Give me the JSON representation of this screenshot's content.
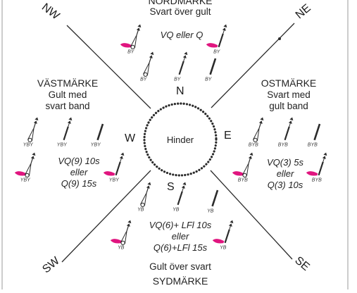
{
  "corners": {
    "nw": "NW",
    "ne": "NE",
    "sw": "SW",
    "se": "SE"
  },
  "center": {
    "label": "Hinder",
    "n": "N",
    "e": "E",
    "s": "S",
    "w": "W"
  },
  "north": {
    "name": "NORDMÄRKE",
    "colors": "Svart över gult",
    "flash": "VQ eller Q",
    "tag": "BY"
  },
  "west": {
    "name": "VÄSTMÄRKE",
    "colors_line1": "Gult med",
    "colors_line2": "svart band",
    "flash_line1": "VQ(9) 10s",
    "flash_line2": "eller",
    "flash_line3": "Q(9) 15s",
    "tag": "YBY"
  },
  "east": {
    "name": "OSTMÄRKE",
    "colors_line1": "Svart med",
    "colors_line2": "gult band",
    "flash_line1": "VQ(3) 5s",
    "flash_line2": "eller",
    "flash_line3": "Q(3) 10s",
    "tag": "BYB"
  },
  "south": {
    "name": "SYDMÄRKE",
    "colors": "Gult över svart",
    "flash_line1": "VQ(6)+ LFl 10s",
    "flash_line2": "eller",
    "flash_line3": "Q(6)+LFl 15s",
    "tag": "YB"
  },
  "colors": {
    "line": "#2b2b2b",
    "light_flare": "#e0157f",
    "frame": "#9a9a9a"
  }
}
